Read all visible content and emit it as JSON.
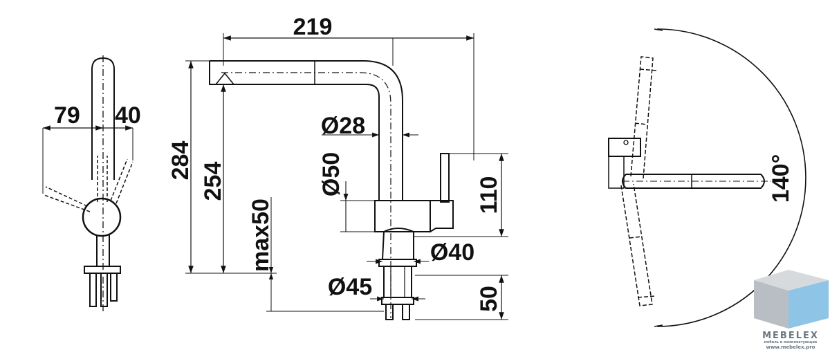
{
  "dimensions": {
    "front_left": "79",
    "front_right": "40",
    "spout_reach": "219",
    "total_height": "284",
    "spout_height": "254",
    "max_worktop": "max50",
    "spout_diameter": "Ø28",
    "body_diameter": "Ø50",
    "base_diameter": "Ø40",
    "mount_diameter": "Ø45",
    "lever_height": "110",
    "shank_length": "50",
    "swivel_angle": "140°"
  },
  "watermark": {
    "brand": "MEBELEX",
    "tagline": "мебель и комплектующие",
    "url": "www.mebelex.pro",
    "colors": {
      "light": "#b8bec4",
      "mid": "#8d969e",
      "blue": "#8ec5e6",
      "text": "#6a7680"
    }
  }
}
